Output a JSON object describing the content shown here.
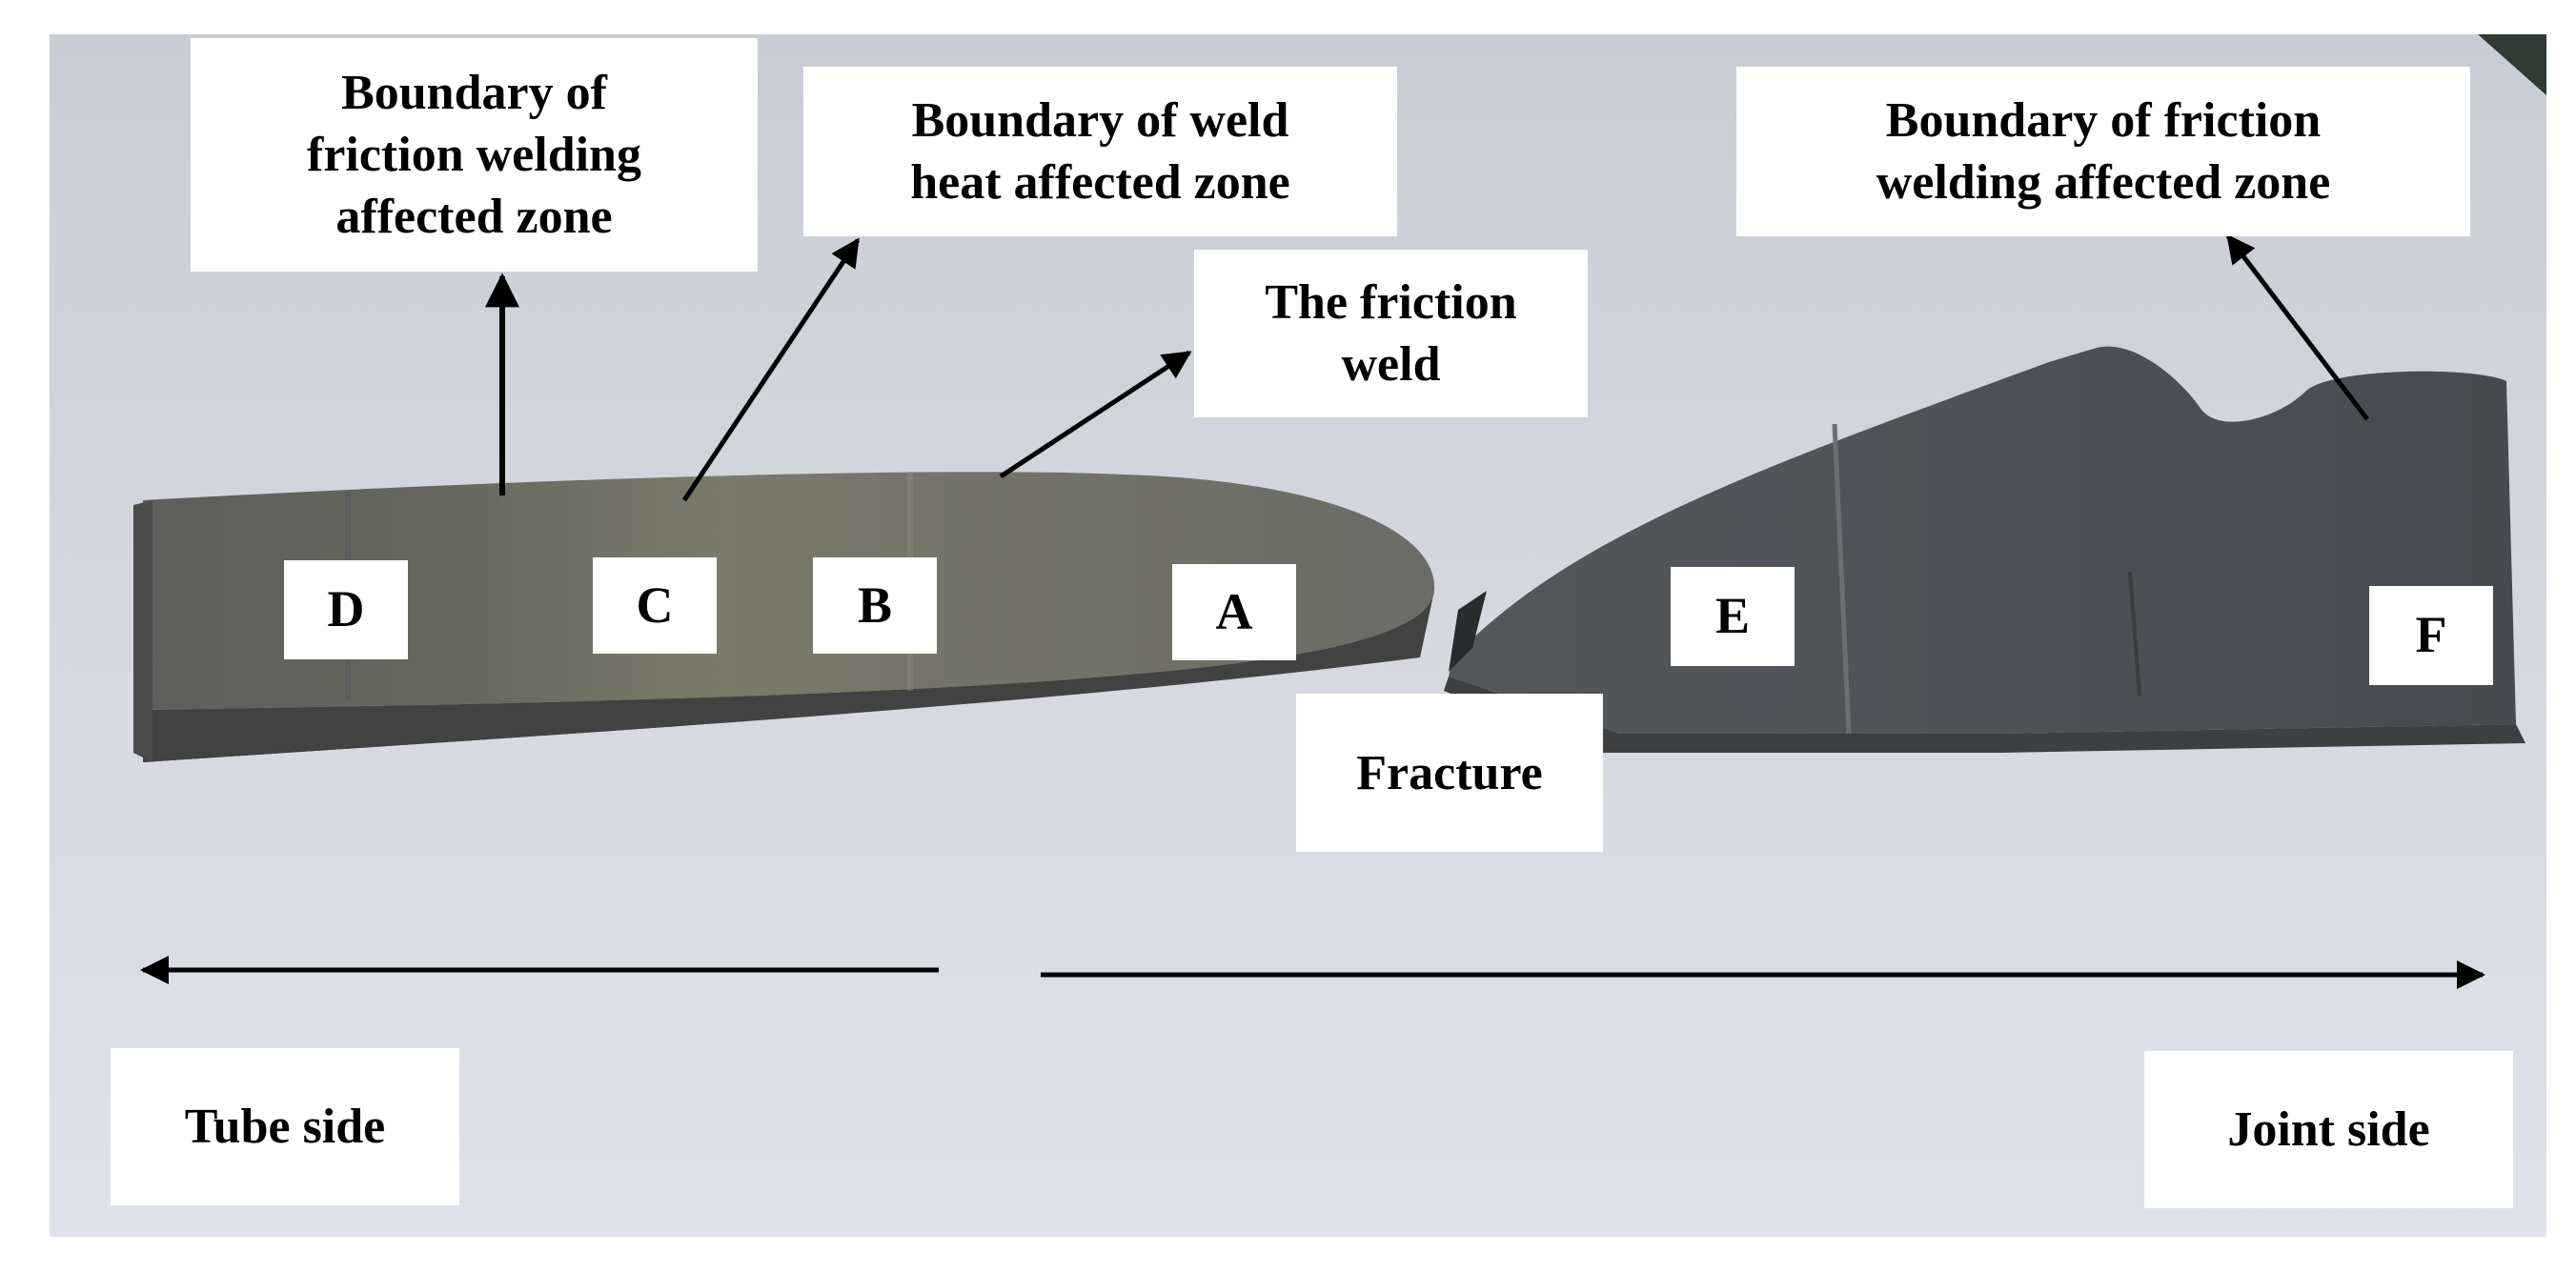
{
  "photo": {
    "description_colors": {
      "background": "#d6d9df",
      "specimen_dark": "#3e4042",
      "specimen_face": "#6b6c69",
      "weld_tint": "#7c7c70"
    }
  },
  "callouts": {
    "boundary_friction_left": "Boundary of\nfriction welding\naffected zone",
    "boundary_weld_haz": "Boundary of weld\nheat affected zone",
    "friction_weld": "The friction\nweld",
    "boundary_friction_right": "Boundary of friction\nwelding affected zone",
    "fracture": "Fracture",
    "tube_side": "Tube side",
    "joint_side": "Joint side"
  },
  "markers": {
    "A": "A",
    "B": "B",
    "C": "C",
    "D": "D",
    "E": "E",
    "F": "F"
  }
}
